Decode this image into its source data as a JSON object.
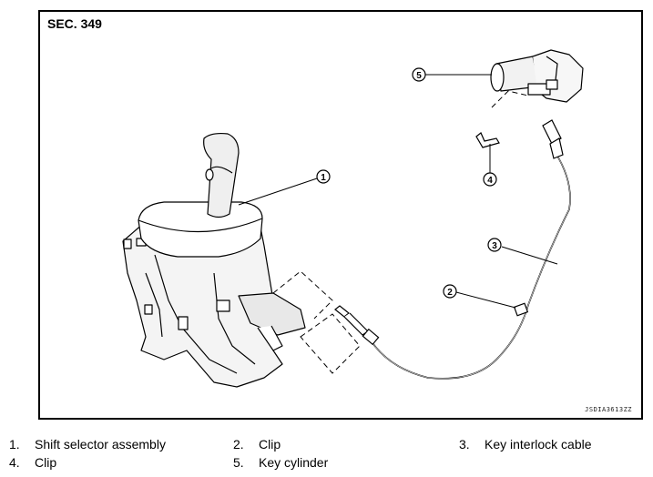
{
  "figure": {
    "section_label": "SEC. 349",
    "image_code": "JSDIA3613ZZ"
  },
  "callouts": [
    "1",
    "2",
    "3",
    "4",
    "5"
  ],
  "legend": [
    {
      "num": "1.",
      "text": "Shift selector assembly"
    },
    {
      "num": "2.",
      "text": "Clip"
    },
    {
      "num": "3.",
      "text": "Key interlock cable"
    },
    {
      "num": "4.",
      "text": "Clip"
    },
    {
      "num": "5.",
      "text": "Key cylinder"
    }
  ]
}
